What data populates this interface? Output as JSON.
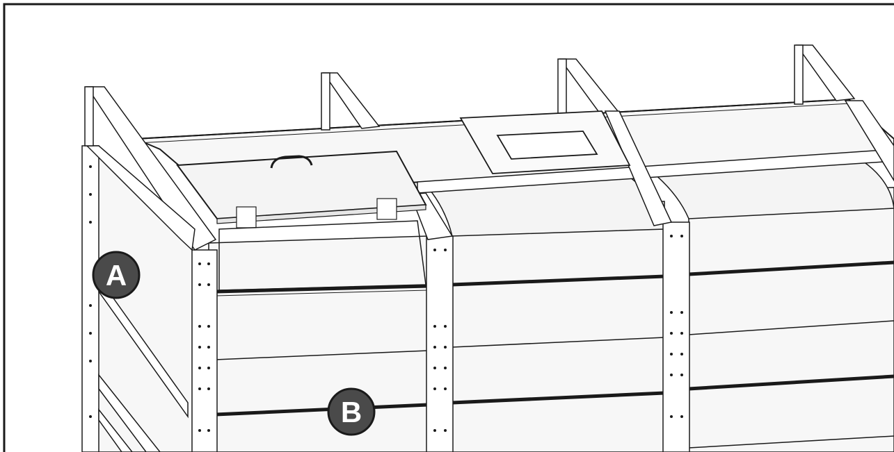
{
  "callouts": [
    {
      "id": "A",
      "label": "A"
    },
    {
      "id": "B",
      "label": "B"
    }
  ],
  "colors": {
    "line": "#1a1a1a",
    "panel": "#f7f7f7",
    "panel_shade": "#ececec",
    "callout_fill": "#4a4a4a",
    "callout_text": "#ffffff"
  }
}
